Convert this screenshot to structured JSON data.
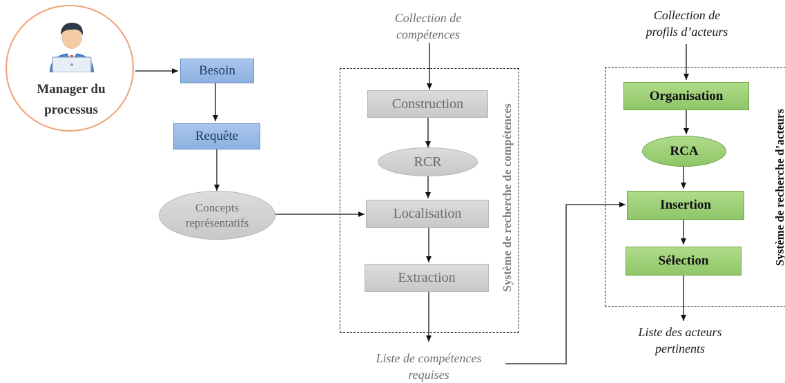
{
  "manager": {
    "line1": "Manager du",
    "line2": "processus",
    "icon": "manager-at-laptop-icon"
  },
  "left": {
    "besoin": "Besoin",
    "requete": "Requête",
    "concepts_line1": "Concepts",
    "concepts_line2": "représentatifs"
  },
  "competences": {
    "input_line1": "Collection de",
    "input_line2": "compétences",
    "construction": "Construction",
    "rcr": "RCR",
    "localisation": "Localisation",
    "extraction": "Extraction",
    "system_label": "Système de recherche de compétences",
    "output_line1": "Liste de compétences",
    "output_line2": "requises"
  },
  "acteurs": {
    "input_line1": "Collection de",
    "input_line2": "profils d’acteurs",
    "organisation": "Organisation",
    "rca": "RCA",
    "insertion": "Insertion",
    "selection": "Sélection",
    "system_label": "Système de recherche d’acteurs",
    "output_line1": "Liste des acteurs",
    "output_line2": "pertinents"
  },
  "colors": {
    "blue": "#8db1e0",
    "grey": "#c8c8c8",
    "green": "#8fc668",
    "manager_border": "#f0a074"
  }
}
